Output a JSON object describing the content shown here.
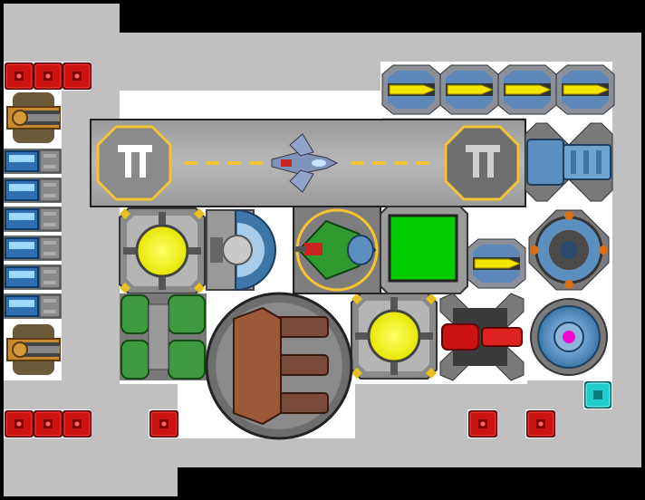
{
  "scene": {
    "type": "spaceship-sprite-sheet",
    "colors": {
      "background": "#000000",
      "hull": "#c0c0c0",
      "deck_white": "#ffffff",
      "runway": "#808080",
      "runway_stripe": "#f4c430",
      "accent_yellow": "#ffff00",
      "accent_green": "#00cc00",
      "accent_red": "#dd1111",
      "accent_cyan": "#22cccc",
      "accent_magenta": "#ff00cc",
      "bronze": "#c88a2e",
      "steel_blue": "#5a8fc0"
    },
    "items": [
      {
        "name": "hangar-landing-pad",
        "icon": "runway-with-fighter"
      },
      {
        "name": "missile-pod-rack",
        "icon": "yellow-missile-pod",
        "count": 5
      },
      {
        "name": "red-mine-block",
        "icon": "red-square-mine",
        "count": 9
      },
      {
        "name": "cyan-mine-block",
        "icon": "cyan-square-mine",
        "count": 1
      },
      {
        "name": "blue-capacitor-cell",
        "icon": "blue-cell",
        "count": 6
      },
      {
        "name": "bronze-gun-turret",
        "icon": "bronze-turret",
        "count": 2
      },
      {
        "name": "yellow-reactor-core",
        "icon": "yellow-core",
        "count": 2
      },
      {
        "name": "blue-shield-dome",
        "icon": "shield-dome"
      },
      {
        "name": "green-fighter-bay",
        "icon": "green-fighter"
      },
      {
        "name": "green-cargo-hatch",
        "icon": "green-hatch"
      },
      {
        "name": "green-fuel-tanks",
        "icon": "green-tanks"
      },
      {
        "name": "main-cannon-turret",
        "icon": "triple-cannon"
      },
      {
        "name": "red-plasma-cannon",
        "icon": "red-cannon"
      },
      {
        "name": "blue-railgun-mount",
        "icon": "blue-railgun"
      },
      {
        "name": "orange-thruster-ring",
        "icon": "thruster-ring"
      },
      {
        "name": "magenta-engine-core",
        "icon": "engine-core"
      }
    ]
  }
}
